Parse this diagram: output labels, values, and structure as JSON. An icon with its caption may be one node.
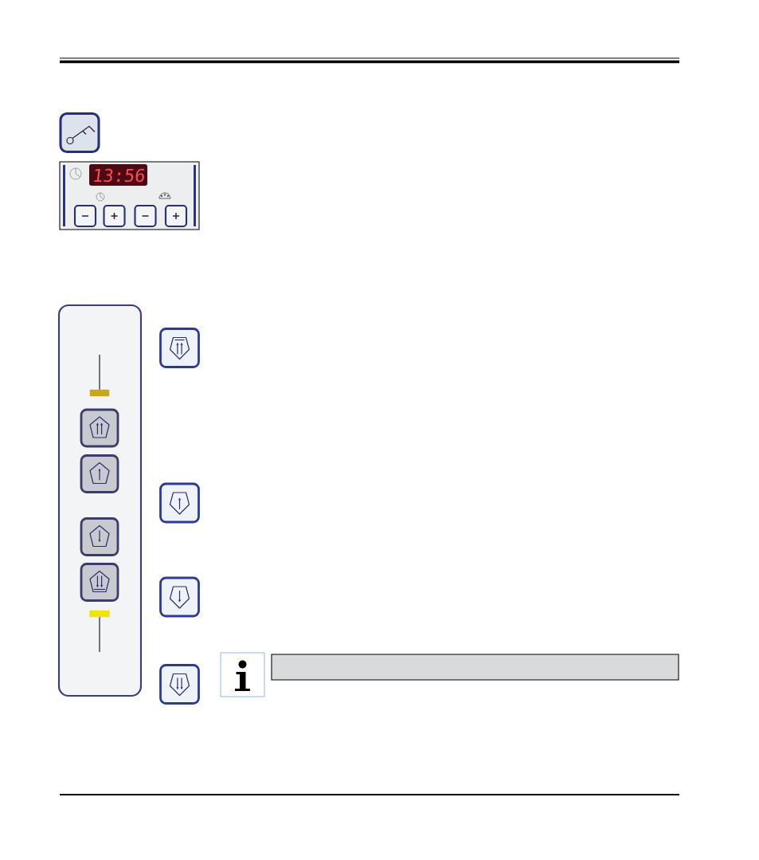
{
  "diagram": {
    "nodes": [
      {
        "text": [],
        "shape": "bar"
      },
      {
        "text": [],
        "shape": "bar"
      },
      {
        "text": [],
        "shape": "box"
      }
    ],
    "edges": [
      {
        "from": null,
        "to": 0,
        "arrow": "none"
      },
      {
        "from": null,
        "to": 1,
        "arrow": "none"
      }
    ],
    "labels": [
      "13:56"
    ]
  }
}
